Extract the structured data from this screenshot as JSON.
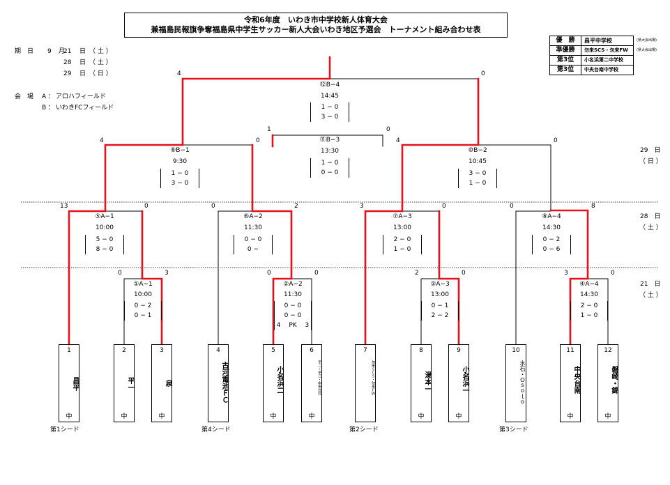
{
  "title": {
    "line1": "令和6年度　いわき市中学校新人体育大会",
    "line2": "兼福島民報旗争奪福島県中学生サッカー新人大会いわき地区予選会　トーナメント組み合わせ表"
  },
  "schedule": {
    "date_label": "期　日",
    "month": "9",
    "month_unit": "月",
    "dates": [
      {
        "day": "21",
        "unit": "日",
        "weekday": "（ 土 ）"
      },
      {
        "day": "28",
        "unit": "日",
        "weekday": "（ 土 ）"
      },
      {
        "day": "29",
        "unit": "日",
        "weekday": "（ 日 ）"
      }
    ],
    "venue_label": "会　場",
    "venues": [
      {
        "code": "A ：",
        "name": "アロハフィールド"
      },
      {
        "code": "B ：",
        "name": "いわきFCフィールド"
      }
    ]
  },
  "results": [
    {
      "label": "優　勝",
      "team": "昌平中学校",
      "note": "(県大会出場)"
    },
    {
      "label": "準優勝",
      "team": "勿来SCS・勿来FW",
      "note": "(県大会出場)"
    },
    {
      "label": "第3位",
      "team": "小名浜第二中学校",
      "note": ""
    },
    {
      "label": "第3位",
      "team": "中央台南中学校",
      "note": ""
    }
  ],
  "day_labels": [
    {
      "day": "29　日",
      "weekday": "（ 日 ）"
    },
    {
      "day": "28　日",
      "weekday": "（ 土 ）"
    },
    {
      "day": "21　日",
      "weekday": "（ 土 ）"
    }
  ],
  "teams": [
    {
      "num": "1",
      "name": "昌平",
      "suffix": "中"
    },
    {
      "num": "2",
      "name": "平一",
      "suffix": "中"
    },
    {
      "num": "3",
      "name": "泉",
      "suffix": "中"
    },
    {
      "num": "4",
      "name": "古河電池ＦＣ",
      "suffix": ""
    },
    {
      "num": "5",
      "name": "小名浜二",
      "suffix": "中"
    },
    {
      "num": "6",
      "name": "平二・平三・中央台北",
      "suffix": "中"
    },
    {
      "num": "7",
      "name": "勿来ＳＣＳ・勿来ＦＷ",
      "suffix": ""
    },
    {
      "num": "8",
      "name": "湯本一",
      "suffix": "中"
    },
    {
      "num": "9",
      "name": "小名浜一",
      "suffix": "中"
    },
    {
      "num": "10",
      "name": "水石・Ｏｓｏｌｏ",
      "suffix": ""
    },
    {
      "num": "11",
      "name": "中央台南",
      "suffix": "中"
    },
    {
      "num": "12",
      "name": "磐崎・錦",
      "suffix": "中"
    }
  ],
  "seeds": [
    "第1シード",
    "第4シード",
    "第2シード",
    "第3シード"
  ],
  "matches": {
    "m1": {
      "id": "①A−1",
      "time": "10:00",
      "rows": [
        "0 − 2",
        "0 − 1"
      ],
      "left": "0",
      "right": "3"
    },
    "m2": {
      "id": "②A−2",
      "time": "11:30",
      "rows": [
        "0 − 0",
        "0 − 0"
      ],
      "pk": "4　 PK　 3",
      "left": "0",
      "right": "0"
    },
    "m3": {
      "id": "③A−3",
      "time": "13:00",
      "rows": [
        "0 − 1",
        "2 − 2"
      ],
      "left": "2",
      "right": "0"
    },
    "m4": {
      "id": "④A−4",
      "time": "14:30",
      "rows": [
        "2 − 0",
        "1 − 0"
      ],
      "left": "3",
      "right": "0"
    },
    "m5": {
      "id": "⑤A−1",
      "time": "10:00",
      "rows": [
        "5 − 0",
        "8 − 0"
      ],
      "left": "13",
      "right": "0"
    },
    "m6": {
      "id": "⑥A−2",
      "time": "11:30",
      "rows": [
        "0 − 0",
        "0 −"
      ],
      "left": "0",
      "right": "2"
    },
    "m7": {
      "id": "⑦A−3",
      "time": "13:00",
      "rows": [
        "2 − 0",
        "1 − 0"
      ],
      "left": "3",
      "right": "0"
    },
    "m8": {
      "id": "⑧A−4",
      "time": "14:30",
      "rows": [
        "0 − 2",
        "0 − 6"
      ],
      "left": "0",
      "right": "8"
    },
    "m9": {
      "id": "⑨B−1",
      "time": "9:30",
      "rows": [
        "1 − 0",
        "3 − 0"
      ],
      "left": "4",
      "right": "0"
    },
    "m10": {
      "id": "⑩B−2",
      "time": "10:45",
      "rows": [
        "3 − 0",
        "1 − 0"
      ],
      "left": "4",
      "right": "0"
    },
    "m11": {
      "id": "⑪B−3",
      "time": "13:30",
      "rows": [
        "1 − 0",
        "0 − 0"
      ],
      "left": "1",
      "right": "0"
    },
    "m12": {
      "id": "⑫B−4",
      "time": "14:45",
      "rows": [
        "1 − 0",
        "3 − 0"
      ],
      "left": "4",
      "right": "0"
    }
  },
  "colors": {
    "winner_line": "#e8101a",
    "line": "#000000"
  }
}
